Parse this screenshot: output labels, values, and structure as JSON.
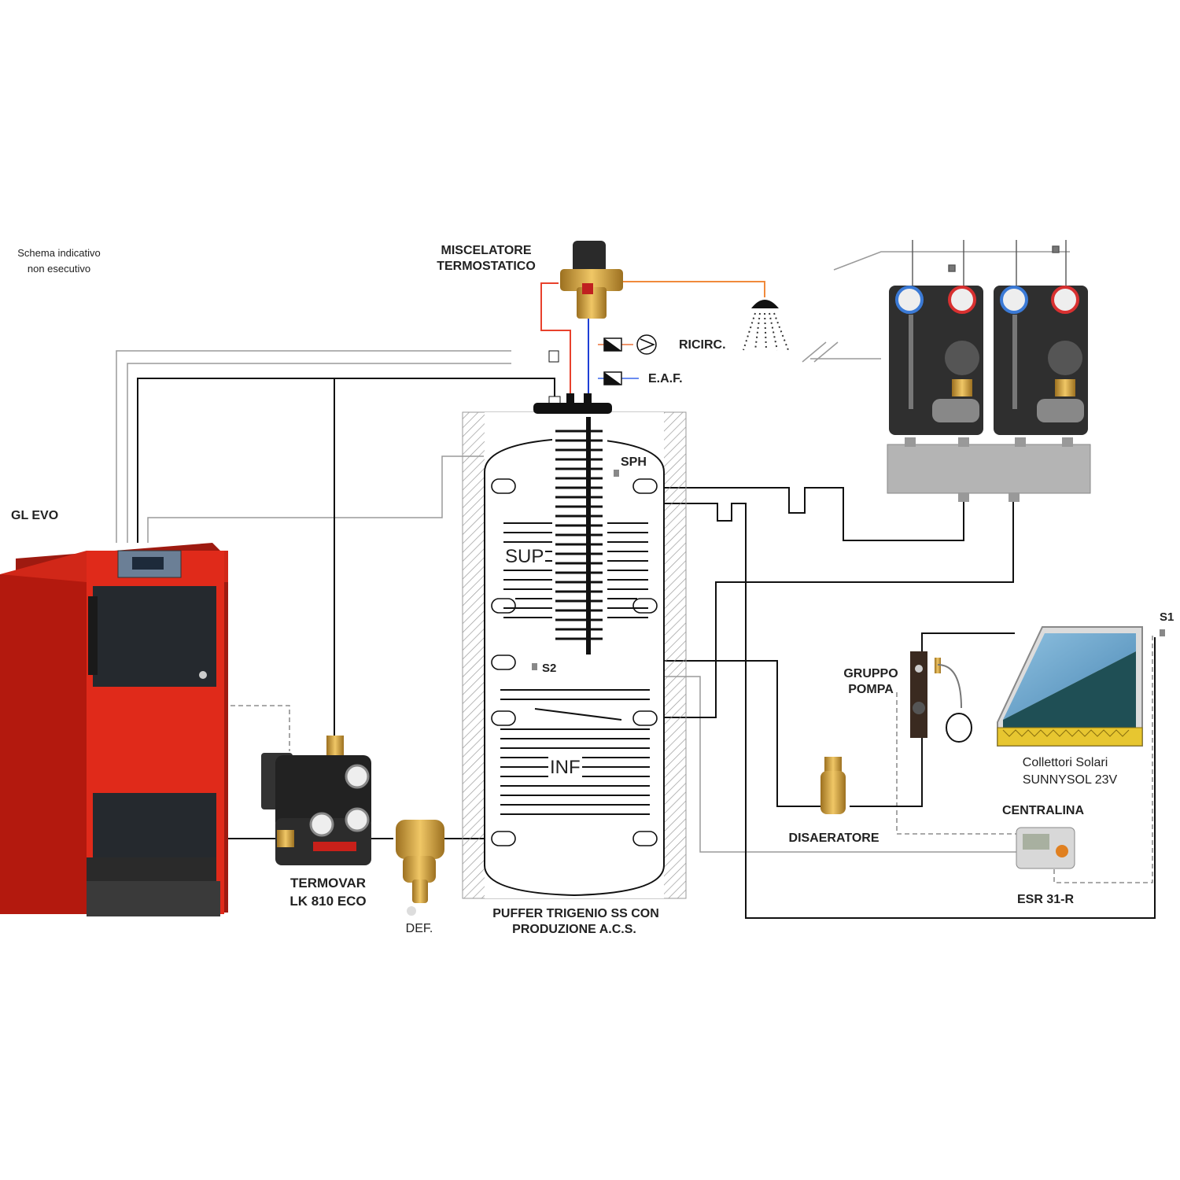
{
  "note": {
    "line1": "Schema indicativo",
    "line2": "non esecutivo"
  },
  "boiler": {
    "name": "GL EVO",
    "color": "#e02a1a"
  },
  "mixer": {
    "line1": "MISCELATORE",
    "line2": "TERMOSTATICO"
  },
  "ports": {
    "recirc": "RICIRC.",
    "eaf": "E.A.F."
  },
  "tank": {
    "sensor_top": "SPH",
    "zone_sup": "SUP",
    "zone_inf": "INF",
    "sensor_mid": "S2",
    "caption1": "PUFFER TRIGENIO SS CON",
    "caption2": "PRODUZIONE A.C.S."
  },
  "termovar": {
    "line1": "TERMOVAR",
    "line2": "LK 810 ECO"
  },
  "filter": {
    "label": "DEF."
  },
  "pump_group": {
    "line1": "GRUPPO",
    "line2": "POMPA"
  },
  "deaerator": {
    "label": "DISAERATORE"
  },
  "solar": {
    "line1": "Collettori Solari",
    "line2": "SUNNYSOL 23V",
    "sensor": "S1"
  },
  "controller": {
    "title": "CENTRALINA",
    "model": "ESR 31-R"
  },
  "colors": {
    "hot": "#e8412c",
    "cold": "#1f3fd6",
    "brass": "#d1a043",
    "pipe": "#111111",
    "gray_pipe": "#9a9a9a"
  }
}
